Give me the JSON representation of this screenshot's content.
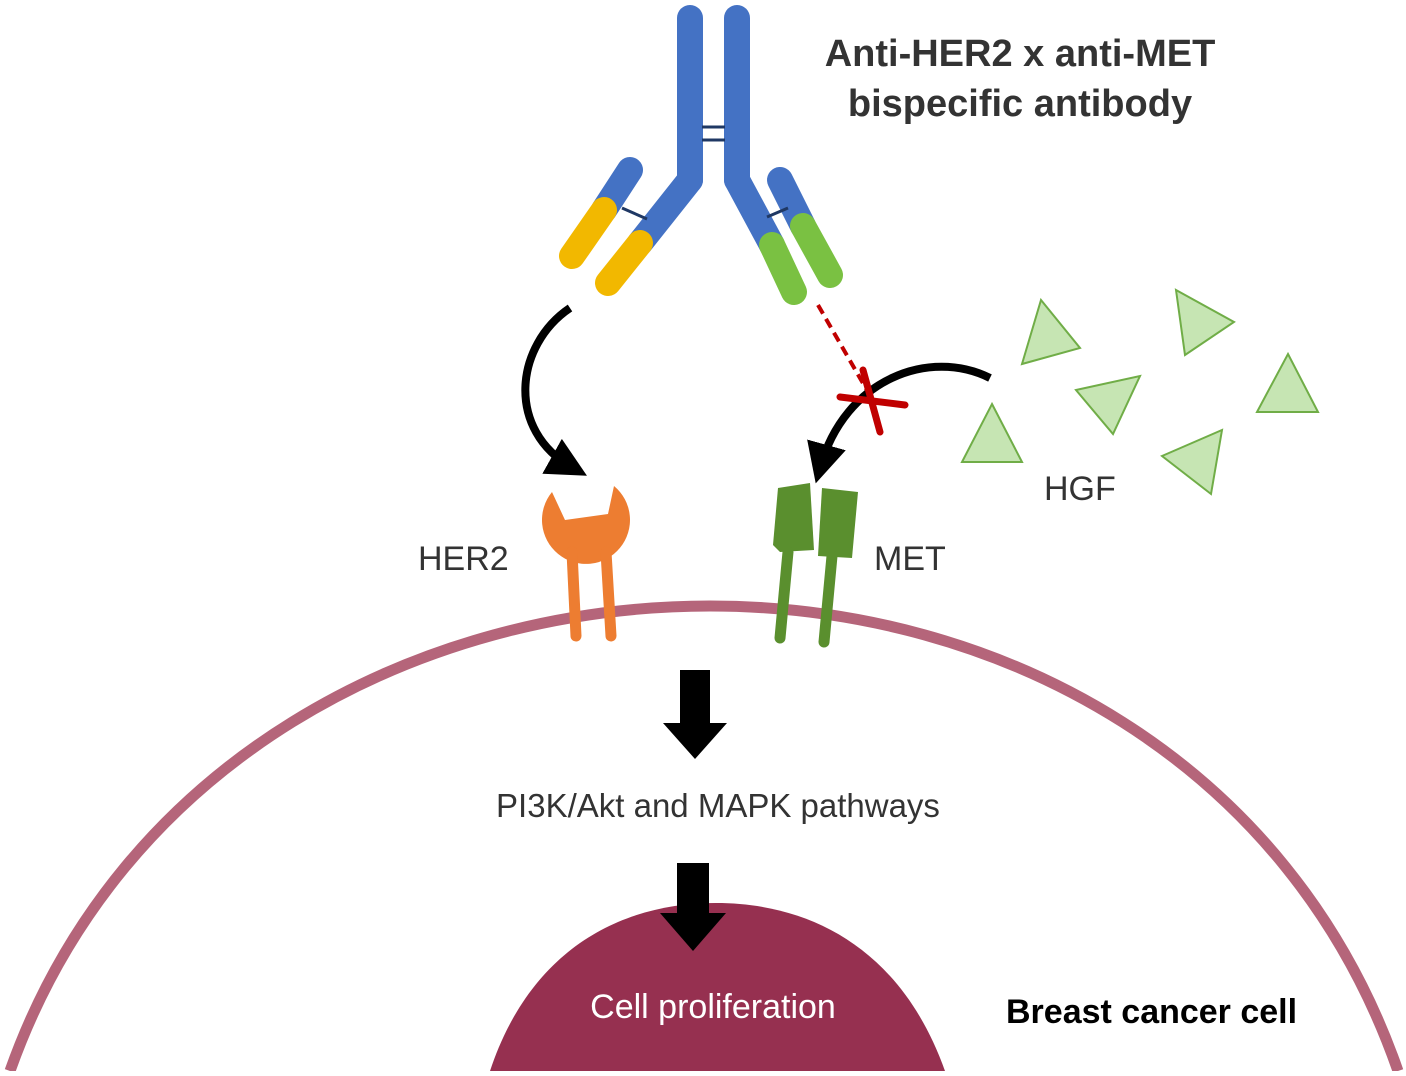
{
  "title": {
    "line1": "Anti-HER2 x anti-MET",
    "line2": "bispecific antibody"
  },
  "labels": {
    "her2": "HER2",
    "met": "MET",
    "hgf": "HGF",
    "pathways": "PI3K/Akt and MAPK pathways",
    "nucleus": "Cell proliferation",
    "cell": "Breast cancer cell"
  },
  "colors": {
    "antibody_blue": "#4472c4",
    "her2_binding_yellow": "#f2b800",
    "met_binding_green": "#7ac142",
    "her2_receptor": "#ed7d31",
    "met_receptor": "#5a8f2e",
    "hgf_fill": "#c6e5b3",
    "hgf_stroke": "#70ad47",
    "membrane": "#b5657a",
    "nucleus": "#963050",
    "block_red": "#c00000",
    "arrow": "#000000"
  }
}
